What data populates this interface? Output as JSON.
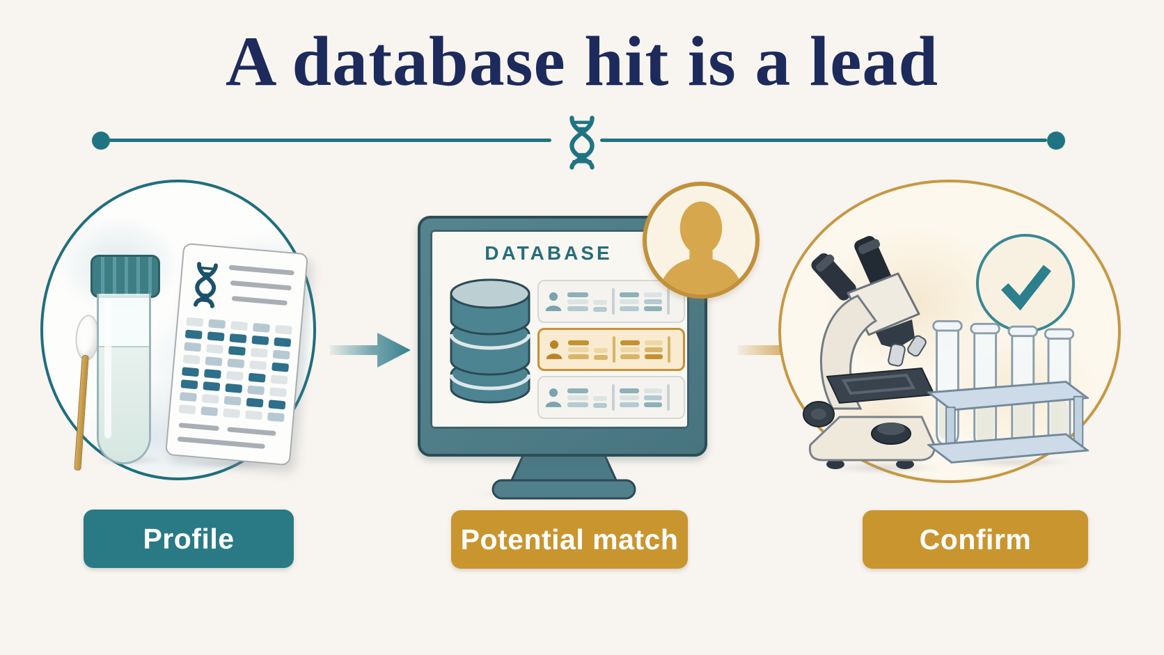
{
  "title": "A database hit is a lead",
  "divider": {
    "dna_icon": "dna-helix-icon",
    "style": "teal line with end dots"
  },
  "stage_labels": {
    "profile": "Profile",
    "potential_match": "Potential match",
    "confirm": "Confirm"
  },
  "monitor": {
    "heading": "DATABASE",
    "rows": [
      {
        "state": "normal"
      },
      {
        "state": "hit"
      },
      {
        "state": "normal"
      }
    ]
  },
  "profile_card": {
    "band_columns": [
      "LDMLDDML",
      "MDLMDDLM",
      "LDDMLDML",
      "MDLLDMDL",
      "LDMDLLDM"
    ],
    "band_colors": {
      "L": "#dfe4e7",
      "M": "#b6c9d2",
      "D": "#2e6f8a"
    }
  },
  "icons": {
    "divider": "dna-helix-icon",
    "left_circle": [
      "cotton-swab-icon",
      "test-tube-icon",
      "dna-profile-card"
    ],
    "middle": [
      "database-cylinder-icon",
      "person-icon",
      "avatar-silhouette-icon"
    ],
    "right_circle": [
      "microscope-icon",
      "test-tube-rack-icon",
      "checkmark-icon"
    ],
    "arrows": [
      "arrow-right-teal",
      "arrow-right-gold"
    ]
  },
  "colors": {
    "background": "#f8f4ef",
    "navy": "#1c2a5c",
    "teal": "#1f7483",
    "label_teal": "#2a7a86",
    "label_gold": "#c9952f",
    "gold": "#c69843",
    "screen_bg": "#f9f7f2",
    "db_heading": "#256d7c",
    "check": "#2c7f8d",
    "avatar_gold": "#d7a74e",
    "avatar_ring": "#c2903a",
    "arrow_teal": "#37818f",
    "arrow_gold": "#c8953a",
    "row_normal": {
      "bg": "#f4f3ef",
      "border": "#d7d8d2",
      "person": "#7aa3ab",
      "dark": "#8db1b8",
      "mid": "#b5cad0",
      "light": "#dde3e3",
      "divider": "#c7d2d4"
    },
    "row_hit": {
      "bg": "#f8ebcf",
      "border": "#c8903a",
      "person": "#bb8226",
      "dark": "#c49030",
      "mid": "#d9b468",
      "light": "#eed7a4",
      "divider": "#d9b468"
    }
  }
}
